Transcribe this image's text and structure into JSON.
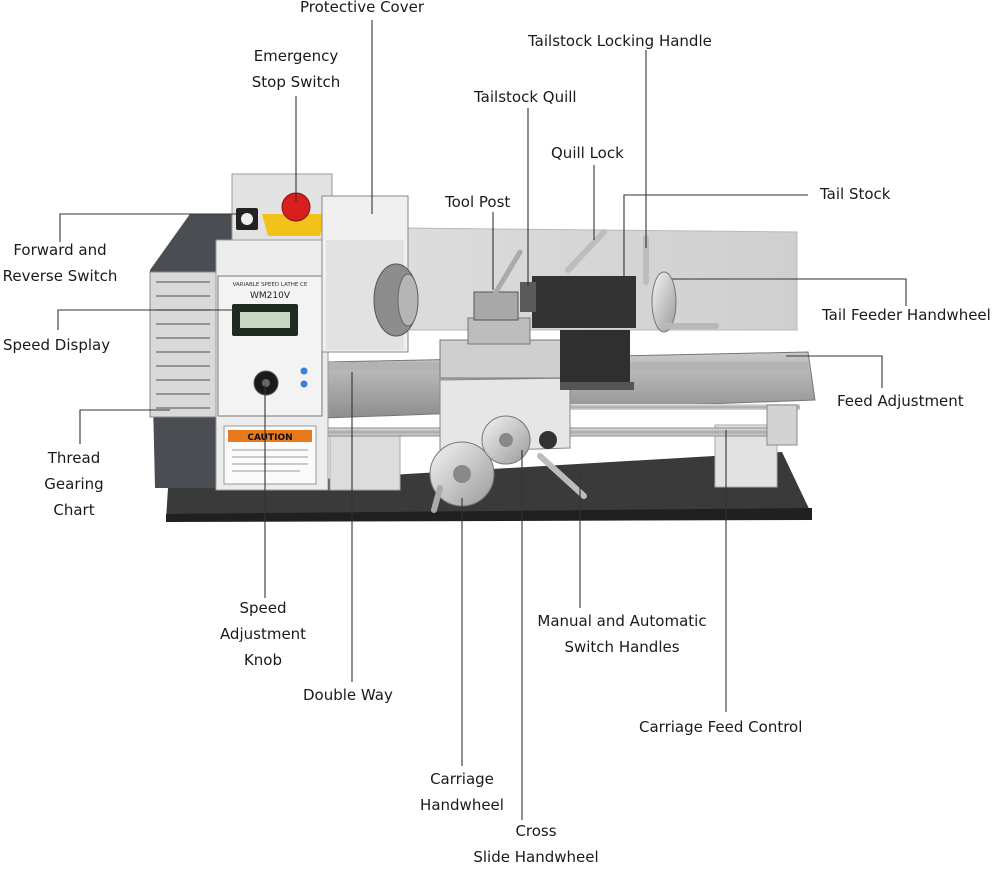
{
  "machine": {
    "model": "WM210V",
    "panel_title": "VARIABLE SPEED LATHE CE",
    "caution": "CAUTION"
  },
  "labels": {
    "protective_cover": "Protective Cover",
    "emergency_stop": [
      "Emergency",
      "Stop Switch"
    ],
    "tailstock_locking_handle": "Tailstock Locking Handle",
    "tailstock_quill": "Tailstock Quill",
    "quill_lock": "Quill Lock",
    "tool_post": "Tool Post",
    "tail_stock": "Tail Stock",
    "forward_reverse": [
      "Forward and",
      "Reverse Switch"
    ],
    "tail_feeder_handwheel": "Tail Feeder Handwheel",
    "speed_display": "Speed Display",
    "feed_adjustment": "Feed Adjustment",
    "thread_gearing_chart": [
      "Thread",
      "Gearing",
      "Chart"
    ],
    "speed_adjustment_knob": [
      "Speed",
      "Adjustment",
      "Knob"
    ],
    "manual_automatic": [
      "Manual and Automatic",
      "Switch Handles"
    ],
    "double_way": "Double Way",
    "carriage_feed_control": "Carriage Feed Control",
    "carriage_handwheel": [
      "Carriage",
      "Handwheel"
    ],
    "cross_slide_handwheel": [
      "Cross",
      "Slide Handwheel"
    ]
  },
  "colors": {
    "estop_red": "#d81e1e",
    "estop_yellow": "#f2c21b",
    "caution_orange": "#e77a1c",
    "body_white": "#ececec",
    "base_dark": "#2e2e2e",
    "headstock_grey": "#4a4d52"
  }
}
